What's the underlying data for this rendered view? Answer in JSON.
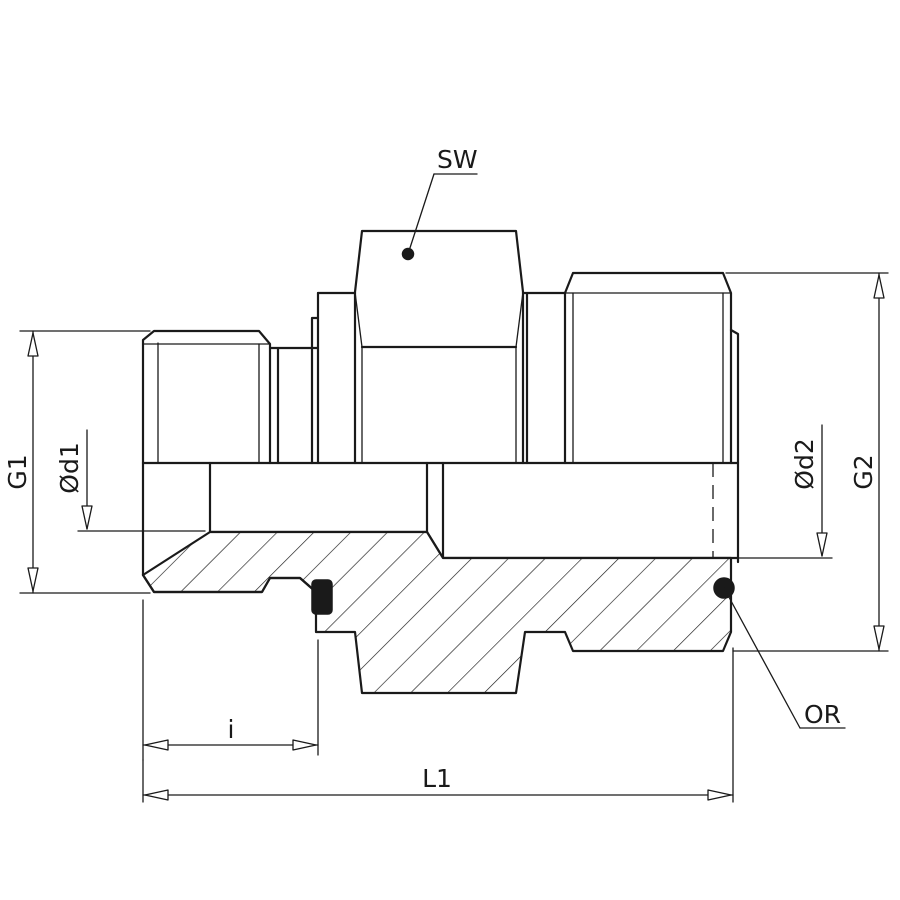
{
  "labels": {
    "sw": "SW",
    "g1": "G1",
    "d1": "Ød1",
    "d2": "Ød2",
    "g2": "G2",
    "or": "OR",
    "i": "i",
    "l1": "L1"
  }
}
